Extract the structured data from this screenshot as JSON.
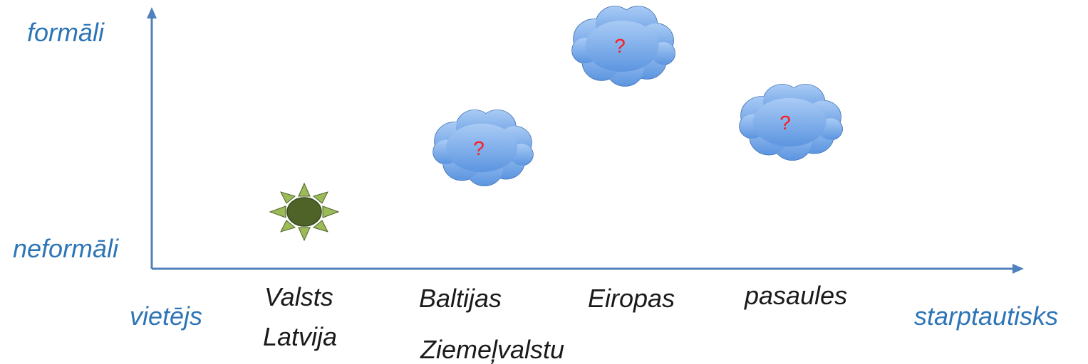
{
  "y_axis": {
    "top_label": "formāli",
    "bottom_label": "neformāli"
  },
  "x_axis": {
    "left_label": "vietējs",
    "right_label": "starptautisks"
  },
  "categories": [
    {
      "lines": [
        "Valsts",
        "Latvija"
      ]
    },
    {
      "lines": [
        "Baltijas",
        "Ziemeļvalstu"
      ]
    },
    {
      "lines": [
        "Eiropas"
      ]
    },
    {
      "lines": [
        "pasaules"
      ]
    }
  ],
  "markers": [
    {
      "kind": "sun-icon",
      "category": "Valsts Latvija",
      "color": "#4f6228"
    },
    {
      "kind": "cloud-icon",
      "category": "Baltijas",
      "text": "?"
    },
    {
      "kind": "cloud-icon",
      "category": "Eiropas",
      "text": "?"
    },
    {
      "kind": "cloud-icon",
      "category": "pasaules",
      "text": "?"
    }
  ],
  "colors": {
    "axis": "#4f81bd",
    "axis_label": "#2e75b6",
    "cloud": "#7eb0ee",
    "question_mark": "#ff1a1a"
  }
}
